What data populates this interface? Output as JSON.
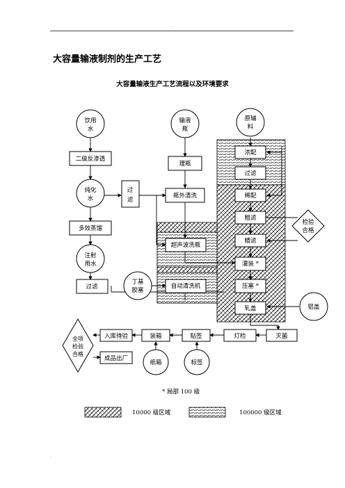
{
  "header": {
    "dot": "."
  },
  "footer": {
    "dot": "."
  },
  "doc_title": "大容量输液制剂的生产工艺",
  "flow_title": "大容量输液生产工艺流程以及环境要求",
  "nodes": {
    "drinking_water": [
      "饮用",
      "水"
    ],
    "infusion_bottle": [
      "输液",
      "瓶"
    ],
    "raw_materials": [
      "原辅",
      "料"
    ],
    "ro": "二级反渗透",
    "purified_water": [
      "纯化",
      "水"
    ],
    "filter_a": [
      "过",
      "滤"
    ],
    "bottle_wash": "瓶外清洗",
    "multi_still": "多效蒸馏",
    "wfi": [
      "注射",
      "用水"
    ],
    "filter_b": "过滤",
    "butyl_stopper": [
      "丁基",
      "胶塞"
    ],
    "sorting_bottle": "理瓶",
    "ultrasonic": "超声波洗瓶",
    "auto_washer": "自动清洗机",
    "conc_prep": "浓配",
    "filtration": "过滤",
    "dilute_prep": "稀配",
    "coarse_filter": "粗滤",
    "fine_filter": "精滤",
    "filling": "灌装 *",
    "stoppering": "压塞 *",
    "capping": "轧盖",
    "inspect_qualified": [
      "检验",
      "合格"
    ],
    "aluminum_cap": "铝盖",
    "sterilize": "灭菌",
    "light_inspect": "灯检",
    "labeling": "贴签",
    "boxing": "装箱",
    "warehouse": "入库待验",
    "full_inspect": [
      "全项",
      "检验",
      "合格"
    ],
    "product_out": "成品出厂",
    "carton": "纸箱",
    "label": "标签"
  },
  "legend": {
    "note": "* 局部 100 级",
    "class_10000": "10000 级区域",
    "class_100000": "100000 级区域"
  }
}
